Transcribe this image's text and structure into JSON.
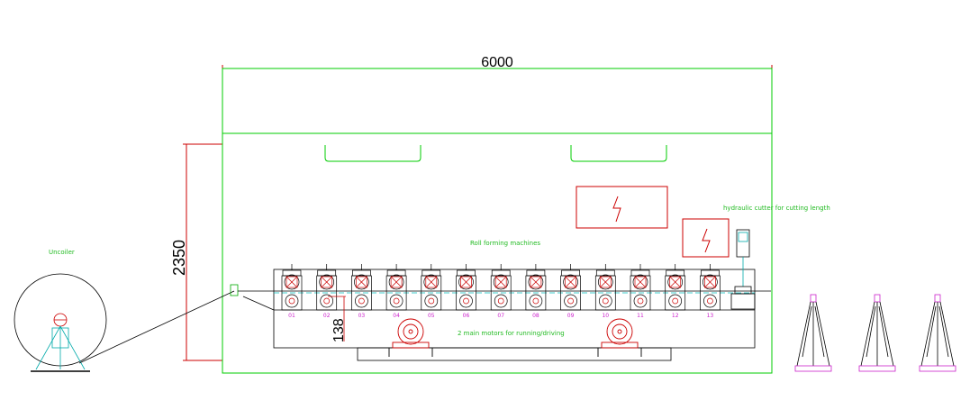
{
  "dimensions": {
    "overall_length": "6000",
    "overall_height": "2350",
    "pass_height": "138"
  },
  "labels": {
    "uncoiler": "Uncoiler",
    "roll_forming": "Roll forming machines",
    "hydraulic_cutter": "hydraulic cutter for cutting length",
    "main_motors": "2 main motors for running/driving"
  },
  "stations": [
    "01",
    "02",
    "03",
    "04",
    "05",
    "06",
    "07",
    "08",
    "09",
    "10",
    "11",
    "12",
    "13"
  ],
  "colors": {
    "frame": "#00cc00",
    "machine": "#000000",
    "motor": "#cc0000",
    "label": "#22bb22",
    "station_number": "#cc22cc",
    "center_line": "#00bbbb",
    "panel": "#cc0000"
  },
  "icons": {
    "electrical_panel": "lightning-bolt-icon"
  }
}
